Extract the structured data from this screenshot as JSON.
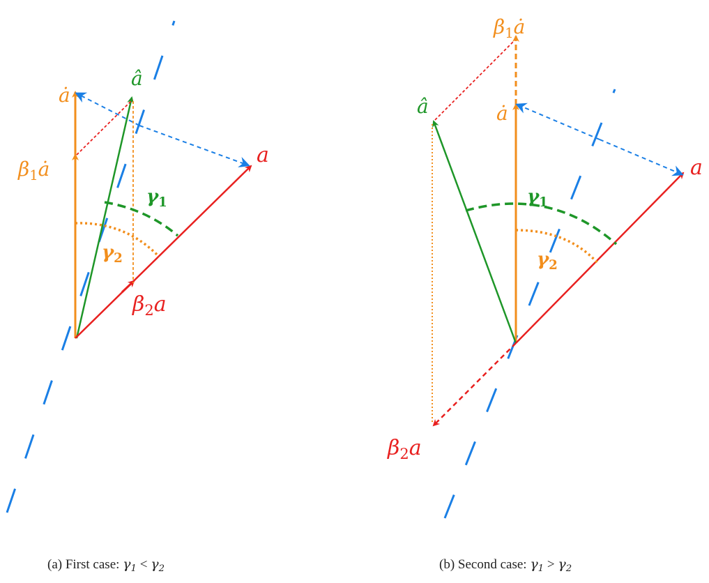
{
  "colors": {
    "orange": "#f28e1c",
    "green": "#1e9628",
    "red": "#e8201f",
    "blue": "#1a7fe5"
  },
  "panel_a": {
    "label_a_dot": "ȧ",
    "label_a_hat": "â",
    "label_a": "a",
    "label_beta1": "β",
    "label_beta1_sub": "1",
    "label_beta1_suffix": "ȧ",
    "label_beta2": "β",
    "label_beta2_sub": "2",
    "label_beta2_suffix": "a",
    "label_gamma1": "γ",
    "label_gamma1_sub": "1",
    "label_gamma2": "γ",
    "label_gamma2_sub": "2",
    "caption_prefix": "(a) First case: ",
    "caption_math_1": "γ",
    "caption_math_1_sub": "1",
    "caption_rel": " < ",
    "caption_math_2": "γ",
    "caption_math_2_sub": "2"
  },
  "panel_b": {
    "label_a_dot": "ȧ",
    "label_a_hat": "â",
    "label_a": "a",
    "label_beta1": "β",
    "label_beta1_sub": "1",
    "label_beta1_suffix": "ȧ",
    "label_beta2": "β",
    "label_beta2_sub": "2",
    "label_beta2_suffix": "a",
    "label_gamma1": "γ",
    "label_gamma1_sub": "1",
    "label_gamma2": "γ",
    "label_gamma2_sub": "2",
    "caption_prefix": "(b) Second case: ",
    "caption_math_1": "γ",
    "caption_math_1_sub": "1",
    "caption_rel": " > ",
    "caption_math_2": "γ",
    "caption_math_2_sub": "2"
  }
}
